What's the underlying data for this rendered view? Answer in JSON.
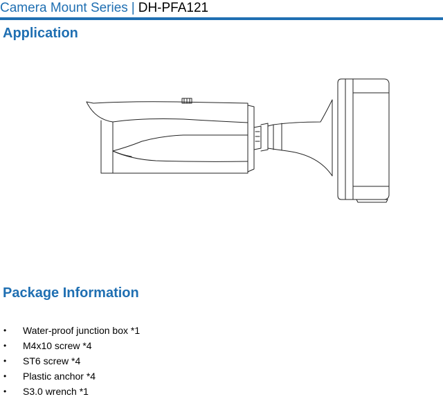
{
  "header": {
    "series": "Camera Mount Series",
    "separator": "|",
    "model": "DH-PFA121"
  },
  "application": {
    "title": "Application",
    "figure": "line drawing of bullet camera mounted on waterproof junction box"
  },
  "package": {
    "title": "Package Information",
    "bullet": "•",
    "items": [
      "Water-proof junction box *1",
      "M4x10 screw *4",
      "ST6 screw *4",
      "Plastic anchor *4",
      "S3.0 wrench *1"
    ]
  },
  "colors": {
    "accent": "#1f6fb2"
  }
}
